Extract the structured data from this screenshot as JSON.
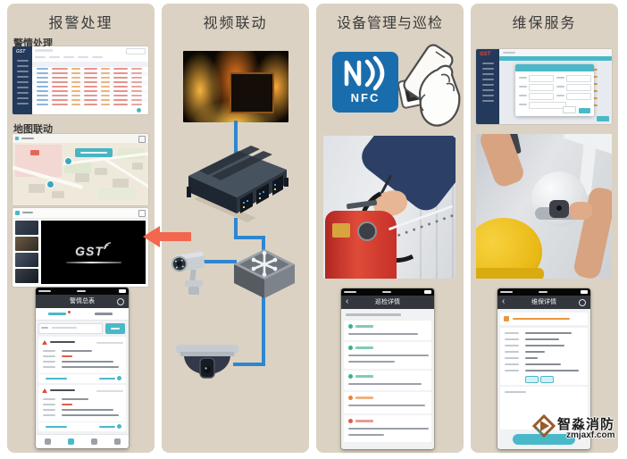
{
  "columns": {
    "alarm": {
      "title": "报警处理",
      "section1_label": "警情处理",
      "section2_label": "地图联动"
    },
    "video": {
      "title": "视频联动"
    },
    "device": {
      "title": "设备管理与巡检",
      "nfc_label": "NFC"
    },
    "maintenance": {
      "title": "维保服务"
    }
  },
  "logos": {
    "gst": "GST"
  },
  "phones": {
    "alarm_list_title": "警情总表",
    "inspection_detail_title": "巡检详情",
    "maintenance_detail_title": "维保详情",
    "back_glyph": "‹"
  },
  "watermark": {
    "brand": "智淼消防",
    "site": "zmjaxf.com"
  },
  "colors": {
    "column_bg": "#dbd2c3",
    "accent_teal": "#49b9c9",
    "line_blue": "#2f86d0",
    "arrow_red": "#f2674d",
    "nfc_blue": "#1a6dac",
    "alarm_red": "#e05b4e",
    "status_green": "#3ab08e",
    "status_orange": "#e8833a",
    "sidebar_navy": "#243a5c",
    "phone_header": "#33373d"
  }
}
